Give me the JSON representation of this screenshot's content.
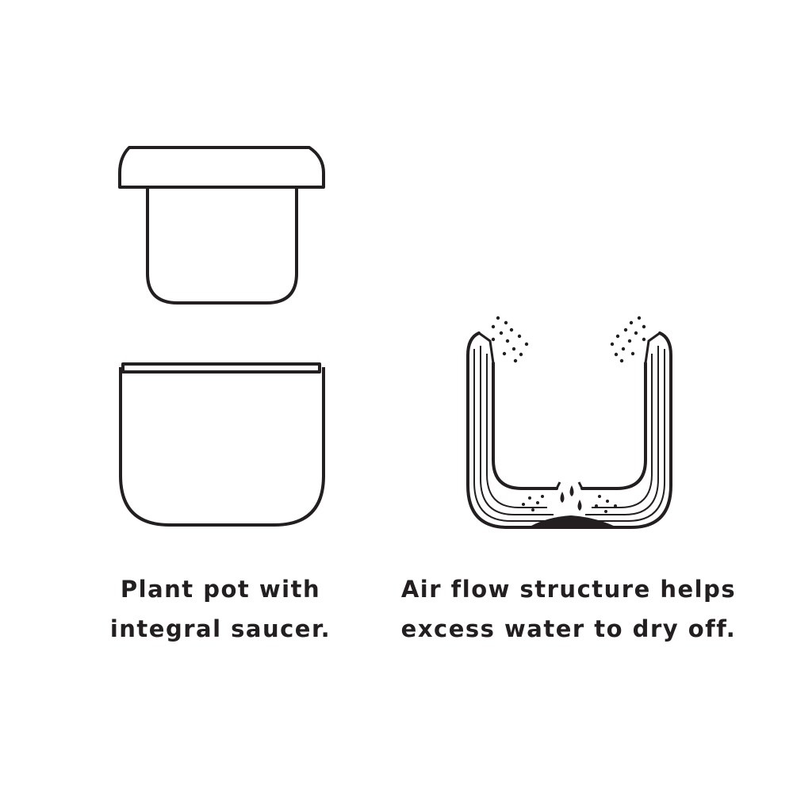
{
  "colors": {
    "line": "#231f20",
    "background": "#ffffff"
  },
  "captions": {
    "left": {
      "line1": "Plant pot with",
      "line2": "integral saucer."
    },
    "right": {
      "line1": "Air flow structure helps",
      "line2": "excess water to dry off."
    }
  }
}
